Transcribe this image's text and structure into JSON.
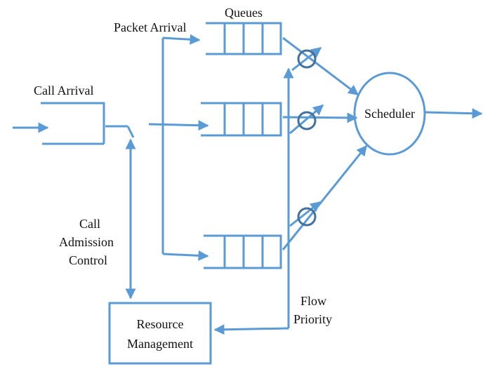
{
  "labels": {
    "queues": "Queues",
    "packet_arrival": "Packet Arrival",
    "call_arrival": "Call Arrival",
    "cac_line1": "Call",
    "cac_line2": "Admission",
    "cac_line3": "Control",
    "scheduler": "Scheduler",
    "resource_line1": "Resource",
    "resource_line2": "Management",
    "flow_line1": "Flow",
    "flow_line2": "Priority"
  },
  "colors": {
    "line": "#5b9bd5",
    "dark_circle": "#41719c",
    "text": "#111111"
  }
}
